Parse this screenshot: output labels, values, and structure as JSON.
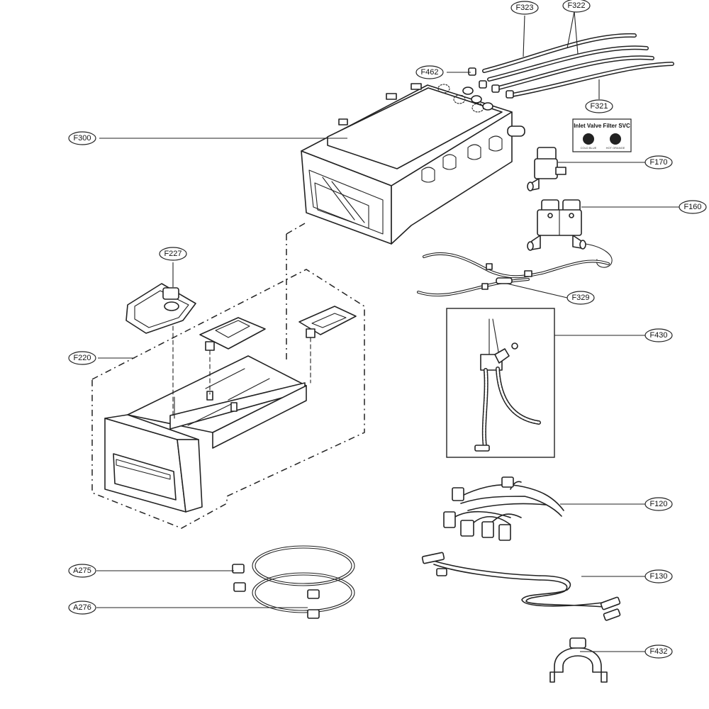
{
  "diagram": {
    "labels": [
      {
        "id": "F323",
        "text": "F323"
      },
      {
        "id": "F322",
        "text": "F322"
      },
      {
        "id": "F462",
        "text": "F462"
      },
      {
        "id": "F321",
        "text": "F321"
      },
      {
        "id": "F300",
        "text": "F300"
      },
      {
        "id": "F170",
        "text": "F170"
      },
      {
        "id": "F160",
        "text": "F160"
      },
      {
        "id": "F227",
        "text": "F227"
      },
      {
        "id": "F329",
        "text": "F329"
      },
      {
        "id": "F430",
        "text": "F430"
      },
      {
        "id": "F220",
        "text": "F220"
      },
      {
        "id": "F120",
        "text": "F120"
      },
      {
        "id": "A275",
        "text": "A275"
      },
      {
        "id": "F130",
        "text": "F130"
      },
      {
        "id": "A276",
        "text": "A276"
      },
      {
        "id": "F432",
        "text": "F432"
      }
    ],
    "service_plate": {
      "title": "Inlet Valve Filter SVC",
      "left_caption": "COLD BLUE",
      "right_caption": "HOT ORANGE"
    }
  }
}
